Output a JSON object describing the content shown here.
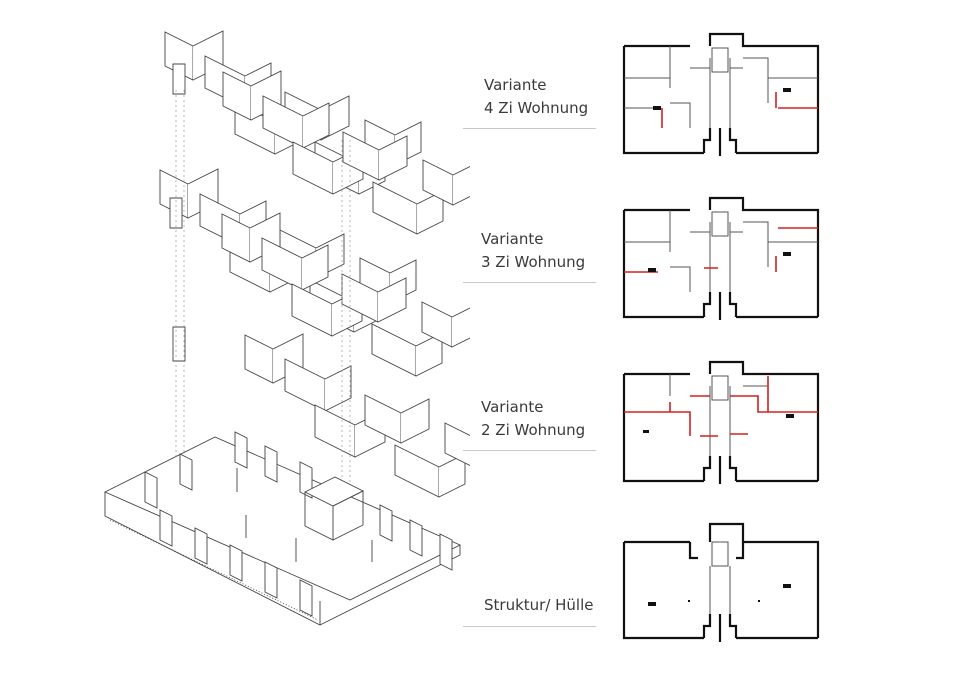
{
  "variants": [
    {
      "line1": "Variante",
      "line2": "4 Zi Wohnung"
    },
    {
      "line1": "Variante",
      "line2": "3 Zi Wohnung"
    },
    {
      "line1": "Variante",
      "line2": "2 Zi Wohnung"
    },
    {
      "line1": "Struktur/ Hülle",
      "line2": ""
    }
  ],
  "colors": {
    "wall": "#111111",
    "highlight": "#d32020",
    "thin": "#555555",
    "divider": "#c9c9c9"
  }
}
